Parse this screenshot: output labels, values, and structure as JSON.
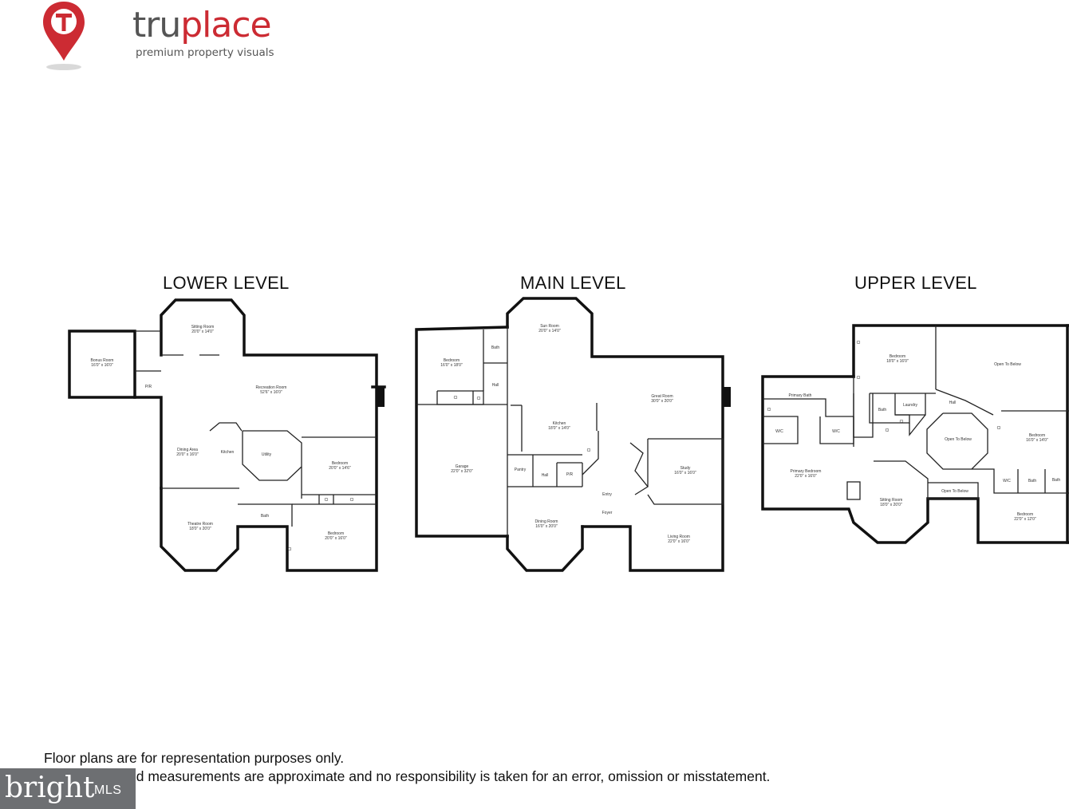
{
  "brand": {
    "name_part1": "tru",
    "name_part2": "place",
    "tagline": "premium property visuals",
    "colors": {
      "red": "#cc2b33",
      "gray": "#555555"
    }
  },
  "levels": [
    {
      "title": "LOWER LEVEL",
      "rooms": [
        {
          "name": "Bonus Room",
          "dims": "16'0\" x 16'0\""
        },
        {
          "name": "Sitting Room",
          "dims": "20'0\" x 14'0\""
        },
        {
          "name": "P/R",
          "dims": ""
        },
        {
          "name": "Recreation Room",
          "dims": "52'6\" x 16'0\""
        },
        {
          "name": "Dining Area",
          "dims": "20'0\" x 16'0\""
        },
        {
          "name": "Kitchen",
          "dims": ""
        },
        {
          "name": "Utility",
          "dims": ""
        },
        {
          "name": "Bedroom",
          "dims": "20'0\" x 14'6\""
        },
        {
          "name": "Theatre Room",
          "dims": "18'0\" x 20'0\""
        },
        {
          "name": "Bath",
          "dims": ""
        },
        {
          "name": "Cl",
          "dims": ""
        },
        {
          "name": "Cl",
          "dims": ""
        },
        {
          "name": "Cl",
          "dims": ""
        },
        {
          "name": "Bedroom",
          "dims": "20'0\" x 16'0\""
        }
      ]
    },
    {
      "title": "MAIN LEVEL",
      "rooms": [
        {
          "name": "Bedroom",
          "dims": "16'0\" x 18'0\""
        },
        {
          "name": "Bath",
          "dims": ""
        },
        {
          "name": "Hall",
          "dims": ""
        },
        {
          "name": "Cl",
          "dims": ""
        },
        {
          "name": "Cl",
          "dims": ""
        },
        {
          "name": "Sun Room",
          "dims": "20'0\" x 14'0\""
        },
        {
          "name": "Great Room",
          "dims": "30'0\" x 20'0\""
        },
        {
          "name": "Kitchen",
          "dims": "18'0\" x 14'0\""
        },
        {
          "name": "Garage",
          "dims": "22'0\" x 32'0\""
        },
        {
          "name": "Pantry",
          "dims": ""
        },
        {
          "name": "Hall",
          "dims": ""
        },
        {
          "name": "P/R",
          "dims": ""
        },
        {
          "name": "Cl",
          "dims": ""
        },
        {
          "name": "Study",
          "dims": "16'0\" x 16'0\""
        },
        {
          "name": "Entry",
          "dims": ""
        },
        {
          "name": "Foyer",
          "dims": ""
        },
        {
          "name": "Dining Room",
          "dims": "16'0\" x 20'0\""
        },
        {
          "name": "Living Room",
          "dims": "22'0\" x 16'0\""
        }
      ]
    },
    {
      "title": "UPPER LEVEL",
      "rooms": [
        {
          "name": "Cl",
          "dims": ""
        },
        {
          "name": "Bedroom",
          "dims": "18'0\" x 16'0\""
        },
        {
          "name": "Open To Below",
          "dims": ""
        },
        {
          "name": "Primary Bath",
          "dims": ""
        },
        {
          "name": "Cl",
          "dims": ""
        },
        {
          "name": "Bath",
          "dims": ""
        },
        {
          "name": "Laundry",
          "dims": ""
        },
        {
          "name": "Cl",
          "dims": ""
        },
        {
          "name": "Hall",
          "dims": ""
        },
        {
          "name": "Cl",
          "dims": ""
        },
        {
          "name": "W/C",
          "dims": ""
        },
        {
          "name": "W/C",
          "dims": ""
        },
        {
          "name": "Cl",
          "dims": ""
        },
        {
          "name": "Open To Below",
          "dims": ""
        },
        {
          "name": "Cl",
          "dims": ""
        },
        {
          "name": "Bedroom",
          "dims": "16'0\" x 14'0\""
        },
        {
          "name": "Primary Bedroom",
          "dims": "22'0\" x 16'0\""
        },
        {
          "name": "Sitting Room",
          "dims": "18'0\" x 20'0\""
        },
        {
          "name": "Open To Below",
          "dims": ""
        },
        {
          "name": "W/C",
          "dims": ""
        },
        {
          "name": "Bath",
          "dims": ""
        },
        {
          "name": "Bath",
          "dims": ""
        },
        {
          "name": "Bedroom",
          "dims": "22'0\" x 12'0\""
        }
      ]
    }
  ],
  "disclaimer": {
    "line1": "Floor plans are for representation purposes only.",
    "line2": "Dimensions and measurements are approximate and no responsibility is taken for an error, omission or misstatement."
  },
  "watermark": {
    "word": "bright",
    "suffix": "MLS"
  }
}
